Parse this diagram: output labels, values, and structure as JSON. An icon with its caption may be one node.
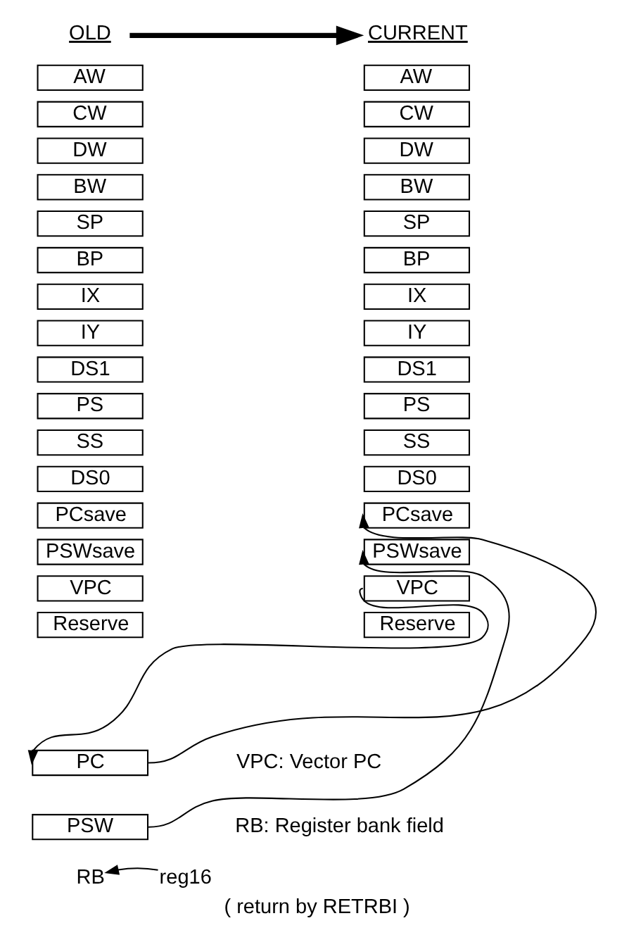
{
  "diagram": {
    "caption": "( return by RETRBI )",
    "nodes": [
      {
        "text": [
          "OLD"
        ]
      },
      {
        "text": [
          "CURRENT"
        ]
      },
      {
        "text": [
          "AW"
        ]
      },
      {
        "text": [
          "CW"
        ]
      },
      {
        "text": [
          "DW"
        ]
      },
      {
        "text": [
          "BW"
        ]
      },
      {
        "text": [
          "SP"
        ]
      },
      {
        "text": [
          "BP"
        ]
      },
      {
        "text": [
          "IX"
        ]
      },
      {
        "text": [
          "IY"
        ]
      },
      {
        "text": [
          "DS1"
        ]
      },
      {
        "text": [
          "PS"
        ]
      },
      {
        "text": [
          "SS"
        ]
      },
      {
        "text": [
          "DS0"
        ]
      },
      {
        "text": [
          "PCsave"
        ]
      },
      {
        "text": [
          "PSWsave"
        ]
      },
      {
        "text": [
          "VPC"
        ]
      },
      {
        "text": [
          "Reserve"
        ]
      },
      {
        "text": [
          "AW"
        ]
      },
      {
        "text": [
          "CW"
        ]
      },
      {
        "text": [
          "DW"
        ]
      },
      {
        "text": [
          "BW"
        ]
      },
      {
        "text": [
          "SP"
        ]
      },
      {
        "text": [
          "BP"
        ]
      },
      {
        "text": [
          "IX"
        ]
      },
      {
        "text": [
          "IY"
        ]
      },
      {
        "text": [
          "DS1"
        ]
      },
      {
        "text": [
          "PS"
        ]
      },
      {
        "text": [
          "SS"
        ]
      },
      {
        "text": [
          "DS0"
        ]
      },
      {
        "text": [
          "PCsave"
        ]
      },
      {
        "text": [
          "PSWsave"
        ]
      },
      {
        "text": [
          "VPC"
        ]
      },
      {
        "text": [
          "Reserve"
        ]
      },
      {
        "text": [
          "PC"
        ]
      },
      {
        "text": [
          "PSW"
        ]
      },
      {
        "text": [
          "RB"
        ]
      },
      {
        "text": [
          "reg16"
        ]
      }
    ],
    "edges": [
      {
        "from": 0,
        "to": 1,
        "arrow": "to",
        "style": "thick"
      },
      {
        "from": 34,
        "to": 30,
        "arrow": "to"
      },
      {
        "from": 35,
        "to": 31,
        "arrow": "to"
      },
      {
        "from": 32,
        "to": 34,
        "arrow": "to"
      },
      {
        "from": 37,
        "to": 36,
        "arrow": "to"
      }
    ],
    "labels": [
      "VPC: Vector PC",
      "RB: Register bank field"
    ]
  }
}
